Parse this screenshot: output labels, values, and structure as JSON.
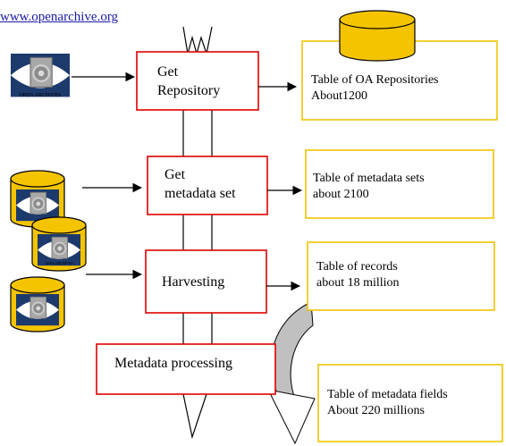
{
  "header": {
    "link": "www.openarchive.org"
  },
  "icon": {
    "caption": "OPEN ARCHIVES",
    "small_caption": "OPEN ARCHIVES"
  },
  "steps": {
    "get_repository": [
      "Get",
      "Repository"
    ],
    "get_metadata_set": [
      "Get",
      "metadata set"
    ],
    "harvesting": "Harvesting",
    "metadata_processing": "Metadata processing"
  },
  "tables": {
    "repositories": [
      "Table of OA Repositories",
      "About1200"
    ],
    "metadata_sets": [
      "Table of metadata sets",
      "about  2100"
    ],
    "records": [
      "Table of records",
      "about  18 million"
    ],
    "fields": [
      "Table of metadata fields",
      "About 220 millions"
    ]
  },
  "colors": {
    "process_border": "#e00000",
    "table_border": "#f0c400",
    "cylinder_fill": "#f5c400",
    "icon_bg": "#1c3a6c",
    "arrow_gray": "#c0c0c0"
  }
}
